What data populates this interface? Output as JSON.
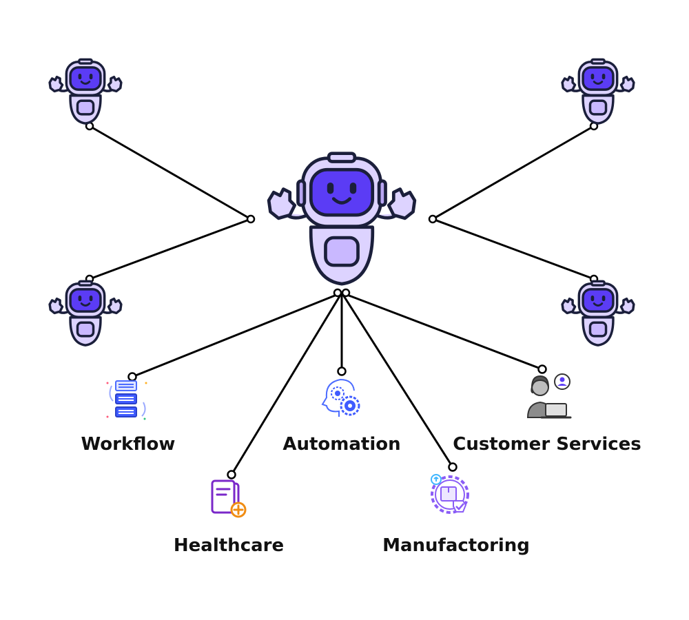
{
  "colors": {
    "outline": "#1b1f3b",
    "robot_body": "#ddd3ff",
    "robot_shadow": "#b9a6f2",
    "visor": "#5b3cf5",
    "visor_dark": "#3b1fc7",
    "line": "#000000"
  },
  "hub": {
    "icon": "robot"
  },
  "agents": [
    {
      "icon": "robot"
    },
    {
      "icon": "robot"
    },
    {
      "icon": "robot"
    },
    {
      "icon": "robot"
    }
  ],
  "domains": [
    {
      "label": "Workflow",
      "icon": "document-stack-icon"
    },
    {
      "label": "Healthcare",
      "icon": "medical-document-icon"
    },
    {
      "label": "Automation",
      "icon": "head-gears-icon"
    },
    {
      "label": "Manufactoring",
      "icon": "gear-box-icon"
    },
    {
      "label": "Customer Services",
      "icon": "support-agent-icon"
    }
  ]
}
